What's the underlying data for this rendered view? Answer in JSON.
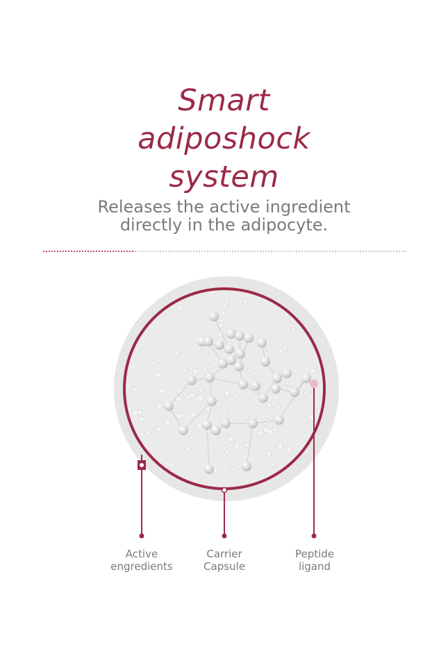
{
  "title": {
    "line1": "Smart",
    "line2": "adiposhock",
    "line3": "system"
  },
  "subtitle": {
    "line1": "Releases the active ingredient",
    "line2": "directly in the adipocyte."
  },
  "labels": [
    {
      "id": "active",
      "line1": "Active",
      "line2": "engredients"
    },
    {
      "id": "carrier",
      "line1": "Carrier",
      "line2": "Capsule"
    },
    {
      "id": "peptide",
      "line1": "Peptide",
      "line2": "ligand"
    }
  ],
  "colors": {
    "accent": "#9b2a47",
    "text_gray": "#7a7a7a",
    "outer_disc": "#e6e6e6",
    "inner_disc": "#ececec",
    "sphere": "#d9d9d9"
  }
}
